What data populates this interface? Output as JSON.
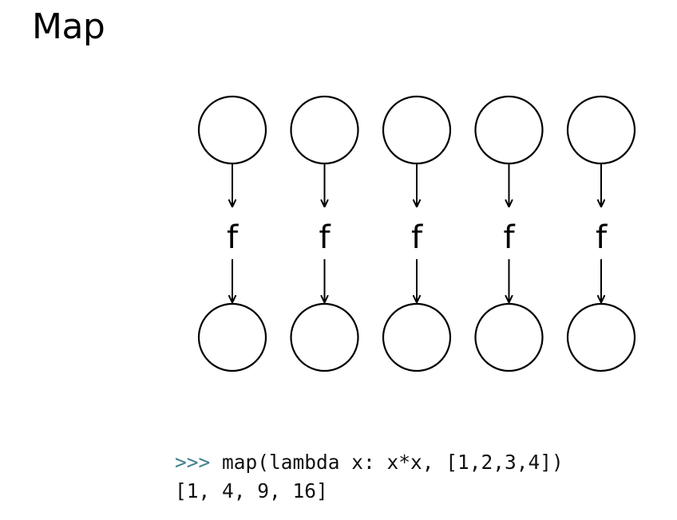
{
  "title": "Map",
  "diagram": {
    "columns": [
      {
        "function_label": "f"
      },
      {
        "function_label": "f"
      },
      {
        "function_label": "f"
      },
      {
        "function_label": "f"
      },
      {
        "function_label": "f"
      }
    ],
    "colors": {
      "stroke": "#000000",
      "prompt": "#3f7f8c"
    }
  },
  "code": {
    "prompt": ">>>",
    "command": " map(lambda x: x*x, [1,2,3,4])",
    "output": "[1, 4, 9, 16]"
  }
}
